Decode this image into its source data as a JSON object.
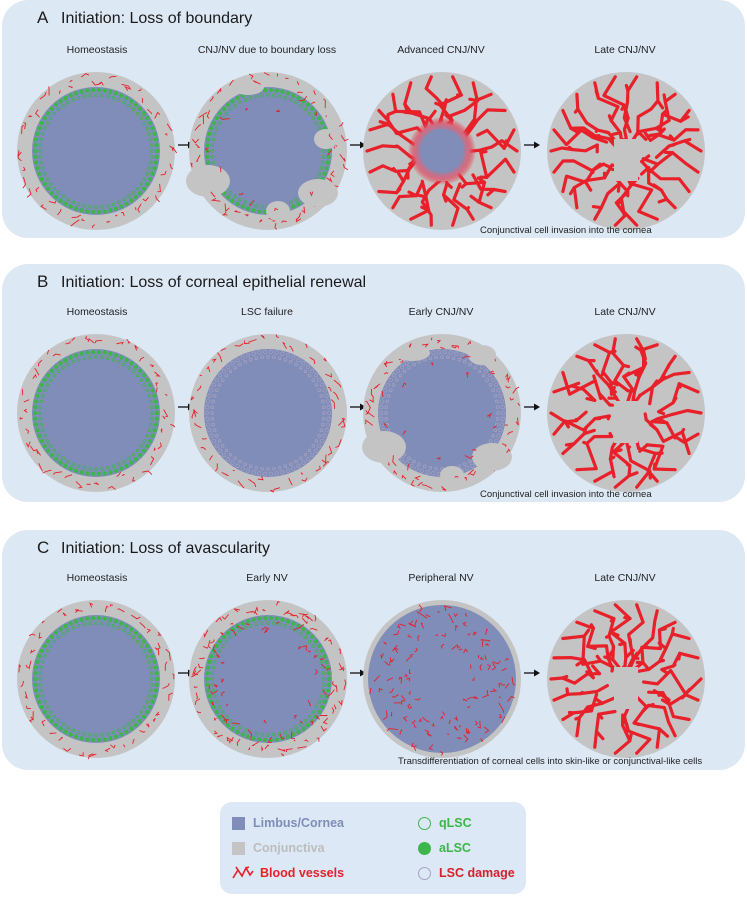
{
  "colors": {
    "panel_bg": "#dde8f5",
    "limbus_cornea": "#7f8db8",
    "conjunctiva": "#c4c4c4",
    "blood_vessels": "#e8202a",
    "qlsc": "#3cb64a",
    "alsc": "#3cb64a",
    "lsc_damage": "#a9a2c2"
  },
  "panels": [
    {
      "letter": "A",
      "title": "Initiation: Loss of boundary",
      "stages": [
        "Homeostasis",
        "CNJ/NV due to boundary loss",
        "Advanced CNJ/NV",
        "Late CNJ/NV"
      ],
      "caption": "Conjunctival cell invasion into the cornea"
    },
    {
      "letter": "B",
      "title": "Initiation: Loss of corneal epithelial renewal",
      "stages": [
        "Homeostasis",
        "LSC failure",
        "Early CNJ/NV",
        "Late CNJ/NV"
      ],
      "caption": "Conjunctival cell invasion into the cornea"
    },
    {
      "letter": "C",
      "title": "Initiation: Loss of avascularity",
      "stages": [
        "Homeostasis",
        "Early NV",
        "Peripheral NV",
        "Late CNJ/NV"
      ],
      "caption": "Transdifferentiation of corneal cells into skin-like or conjunctival-like cells"
    }
  ],
  "legend": {
    "limbus": "Limbus/Cornea",
    "conjunctiva": "Conjunctiva",
    "vessels": "Blood vessels",
    "qlsc": "qLSC",
    "alsc": "aLSC",
    "damage": "LSC damage"
  }
}
